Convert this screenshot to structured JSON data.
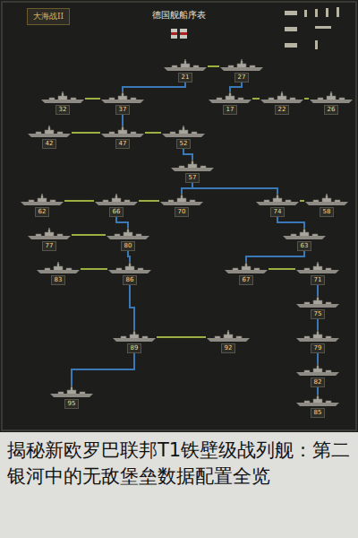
{
  "diagram": {
    "title": "德国舰船序表",
    "caption": "揭秘新欧罗巴联邦T1铁壁级战列舰：第二银河中的无敌堡垒数据配置全览",
    "nodes": [
      {
        "text": [
          "21"
        ]
      },
      {
        "text": [
          "27"
        ]
      },
      {
        "text": [
          "32"
        ]
      },
      {
        "text": [
          "37"
        ]
      },
      {
        "text": [
          "17"
        ]
      },
      {
        "text": [
          "22"
        ]
      },
      {
        "text": [
          "26"
        ]
      },
      {
        "text": [
          "42"
        ]
      },
      {
        "text": [
          "47"
        ]
      },
      {
        "text": [
          "52"
        ]
      },
      {
        "text": [
          "57"
        ]
      },
      {
        "text": [
          "62"
        ]
      },
      {
        "text": [
          "66"
        ]
      },
      {
        "text": [
          "70"
        ]
      },
      {
        "text": [
          "74"
        ]
      },
      {
        "text": [
          "58"
        ]
      },
      {
        "text": [
          "77"
        ]
      },
      {
        "text": [
          "80"
        ]
      },
      {
        "text": [
          "63"
        ]
      },
      {
        "text": [
          "83"
        ]
      },
      {
        "text": [
          "86"
        ]
      },
      {
        "text": [
          "67"
        ]
      },
      {
        "text": [
          "71"
        ]
      },
      {
        "text": [
          "75"
        ]
      },
      {
        "text": [
          "89"
        ]
      },
      {
        "text": [
          "92"
        ]
      },
      {
        "text": [
          "79"
        ]
      },
      {
        "text": [
          "82"
        ]
      },
      {
        "text": [
          "95"
        ]
      },
      {
        "text": [
          "85"
        ]
      }
    ],
    "edges": [
      {
        "from": 0,
        "to": 1,
        "arrow": "none"
      },
      {
        "from": 0,
        "to": 3,
        "arrow": "none"
      },
      {
        "from": 1,
        "to": 4,
        "arrow": "none"
      },
      {
        "from": 2,
        "to": 3,
        "arrow": "none"
      },
      {
        "from": 4,
        "to": 5,
        "arrow": "none"
      },
      {
        "from": 5,
        "to": 6,
        "arrow": "none"
      },
      {
        "from": 3,
        "to": 8,
        "arrow": "none"
      },
      {
        "from": 7,
        "to": 8,
        "arrow": "none"
      },
      {
        "from": 8,
        "to": 9,
        "arrow": "none"
      },
      {
        "from": 9,
        "to": 10,
        "arrow": "none"
      },
      {
        "from": 10,
        "to": 13,
        "arrow": "none"
      },
      {
        "from": 11,
        "to": 12,
        "arrow": "none"
      },
      {
        "from": 12,
        "to": 13,
        "arrow": "none"
      },
      {
        "from": 10,
        "to": 14,
        "arrow": "none"
      },
      {
        "from": 14,
        "to": 15,
        "arrow": "none"
      },
      {
        "from": 12,
        "to": 17,
        "arrow": "none"
      },
      {
        "from": 16,
        "to": 17,
        "arrow": "none"
      },
      {
        "from": 14,
        "to": 18,
        "arrow": "none"
      },
      {
        "from": 17,
        "to": 20,
        "arrow": "none"
      },
      {
        "from": 19,
        "to": 20,
        "arrow": "none"
      },
      {
        "from": 18,
        "to": 21,
        "arrow": "none"
      },
      {
        "from": 21,
        "to": 22,
        "arrow": "none"
      },
      {
        "from": 22,
        "to": 23,
        "arrow": "none"
      },
      {
        "from": 20,
        "to": 24,
        "arrow": "none"
      },
      {
        "from": 24,
        "to": 25,
        "arrow": "none"
      },
      {
        "from": 23,
        "to": 26,
        "arrow": "none"
      },
      {
        "from": 26,
        "to": 27,
        "arrow": "none"
      },
      {
        "from": 24,
        "to": 28,
        "arrow": "none"
      },
      {
        "from": 27,
        "to": 29,
        "arrow": "none"
      }
    ],
    "labels": [
      "大海战II"
    ]
  }
}
